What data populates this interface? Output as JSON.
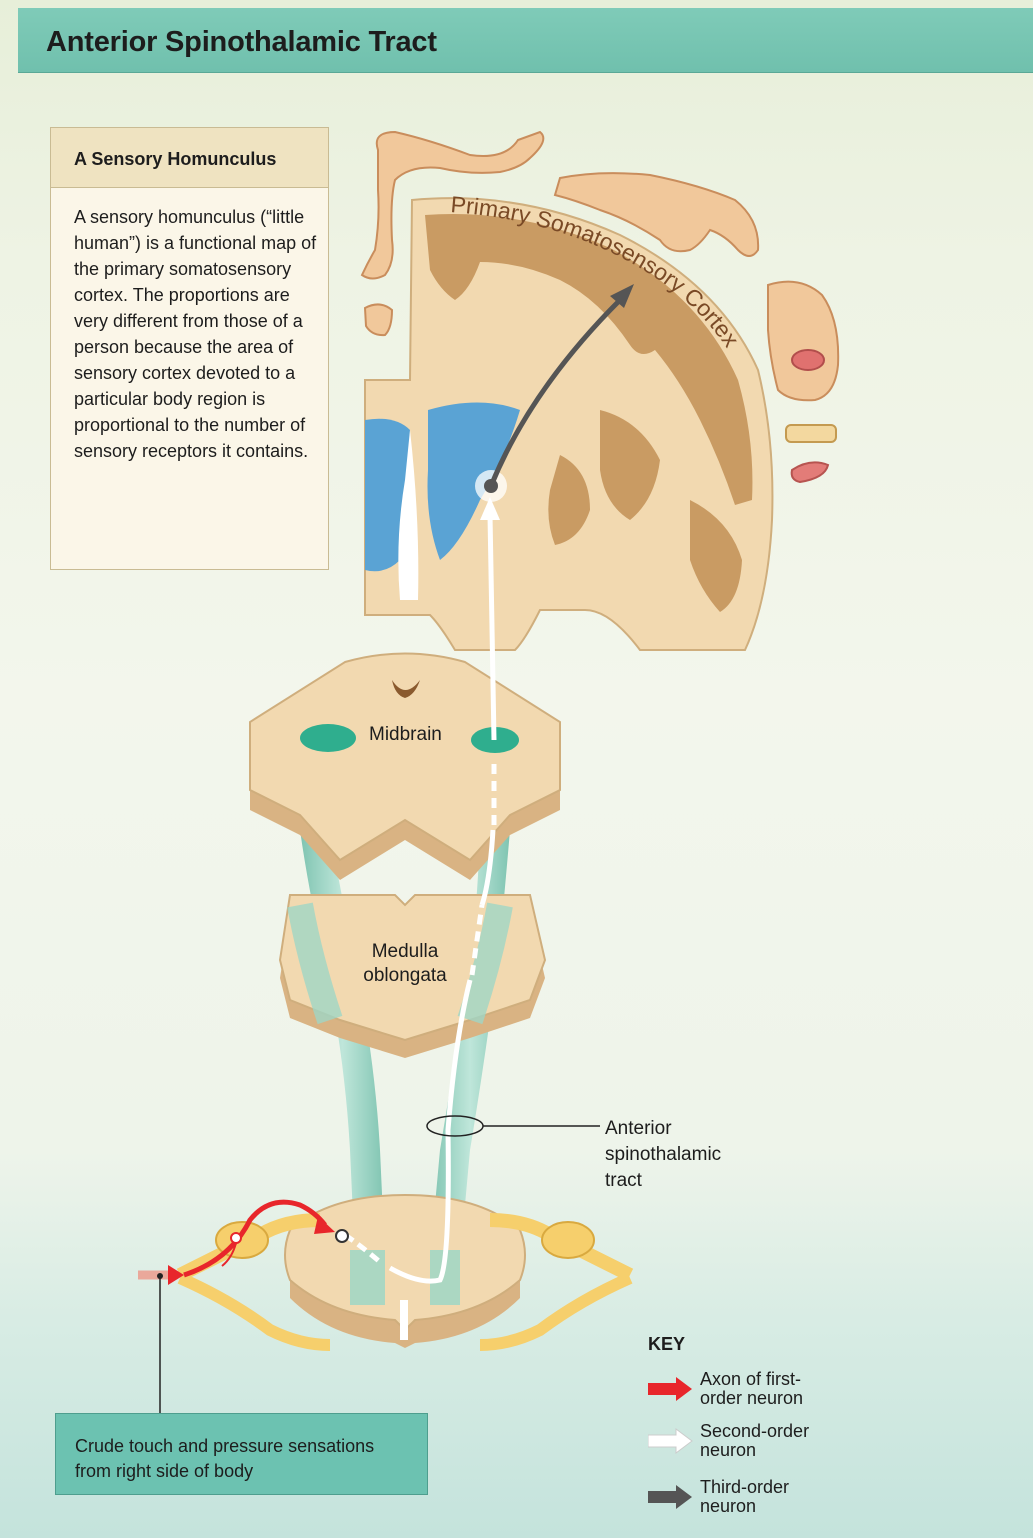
{
  "header": {
    "title": "Anterior Spinothalamic Tract"
  },
  "homunculus_box": {
    "title": "A Sensory Homunculus",
    "body": "A sensory homunculus (“little human”) is a functional map of the primary somatosensory cortex. The proportions are very different from those of a person because the area of sensory cortex devoted to a particular body region is proportional to the number of sensory receptors it contains."
  },
  "cortex_label": "Primary Somatosensory Cortex",
  "labels": {
    "midbrain": "Midbrain",
    "medulla_line1": "Medulla",
    "medulla_line2": "oblongata",
    "tract_line1": "Anterior",
    "tract_line2": "spinothalamic",
    "tract_line3": "tract"
  },
  "source_box": {
    "line1": "Crude touch and pressure sensations",
    "line2": "from right side of body"
  },
  "key": {
    "title": "KEY",
    "items": [
      {
        "line1": "Axon of first-",
        "line2": "order neuron",
        "color": "#e8262b"
      },
      {
        "line1": "Second-order",
        "line2": "neuron",
        "color": "#ffffff"
      },
      {
        "line1": "Third-order",
        "line2": "neuron",
        "color": "#555555"
      }
    ]
  },
  "colors": {
    "header": "#74c4b0",
    "tissue": "#f2d9b0",
    "gray_matter": "#c99b63",
    "ventricle": "#5aa3d4",
    "tract": "#9fd6c6",
    "nucleus": "#2fae8e",
    "nerve": "#f6cf6c"
  }
}
